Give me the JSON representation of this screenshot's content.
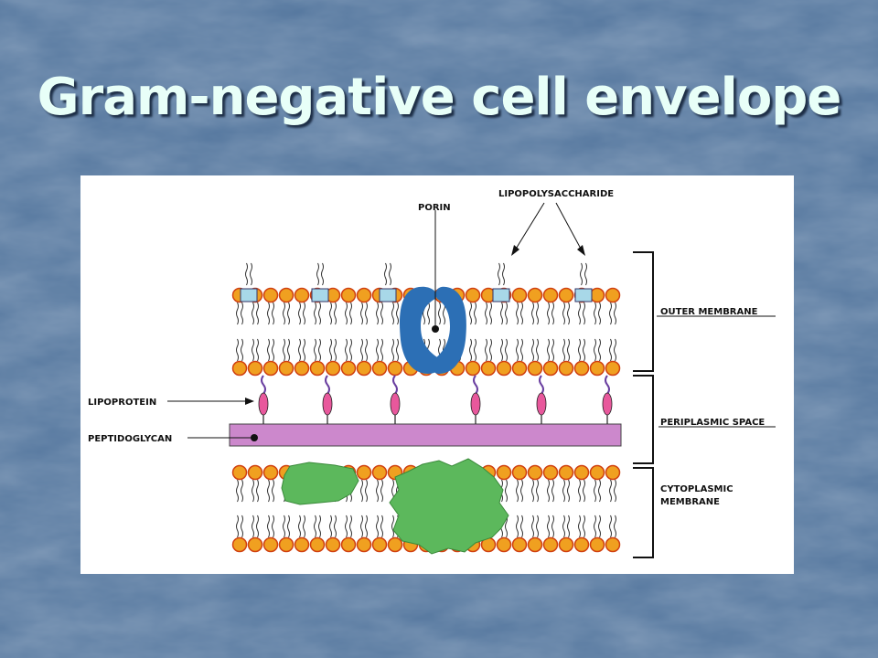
{
  "slide": {
    "title": "Gram-negative cell envelope",
    "background_color": "#56789f",
    "title_color": "#e8fff8"
  },
  "diagram": {
    "labels": {
      "porin": "PORIN",
      "lipopolysaccharide": "LIPOPOLYSACCHARIDE",
      "lipoprotein": "LIPOPROTEIN",
      "peptidoglycan": "PEPTIDOGLYCAN",
      "outer_membrane": "OUTER MEMBRANE",
      "periplasmic_space": "PERIPLASMIC SPACE",
      "cytoplasmic_membrane_line1": "CYTOPLASMIC",
      "cytoplasmic_membrane_line2": "MEMBRANE"
    },
    "colors": {
      "lipid_head": "#f0a020",
      "lipid_head_edge": "#d04010",
      "porin": "#2c6fb5",
      "peptidoglycan": "#cc88cc",
      "lipoprotein_body": "#e8589c",
      "lipoprotein_anchor": "#6a3fa0",
      "membrane_protein": "#5cb85c",
      "lps_core": "#a8d8e8"
    }
  }
}
